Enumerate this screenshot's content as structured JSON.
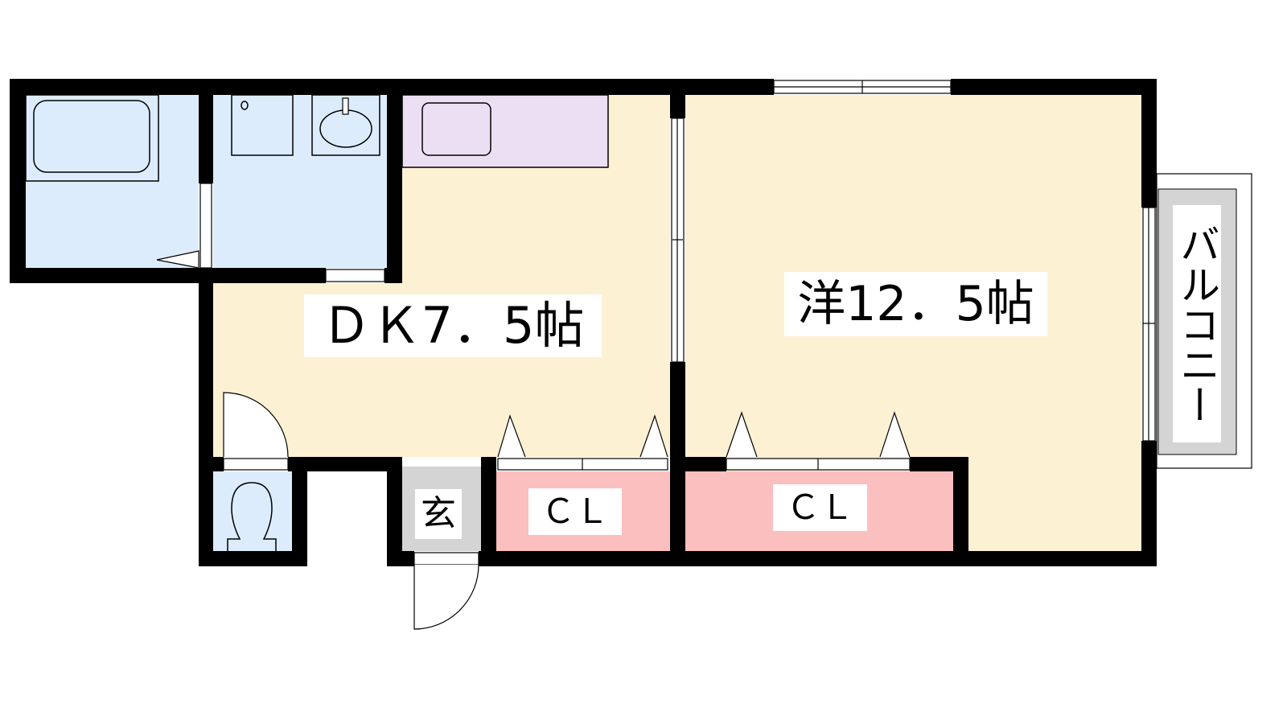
{
  "rooms": {
    "dk": {
      "label": "ＤＫ7．5帖"
    },
    "western": {
      "label": "洋12．5帖"
    },
    "closet_1": {
      "label": "ＣＬ"
    },
    "closet_2": {
      "label": "ＣＬ"
    },
    "entrance": {
      "label": "玄"
    },
    "balcony": {
      "label": "バルコニー"
    }
  },
  "colors": {
    "living": "#fdf1d4",
    "wet_area": "#dcecfc",
    "kitchen": "#ecdff3",
    "closet": "#fcbfbf",
    "entrance": "#d4d4d4",
    "wall": "#000000"
  }
}
